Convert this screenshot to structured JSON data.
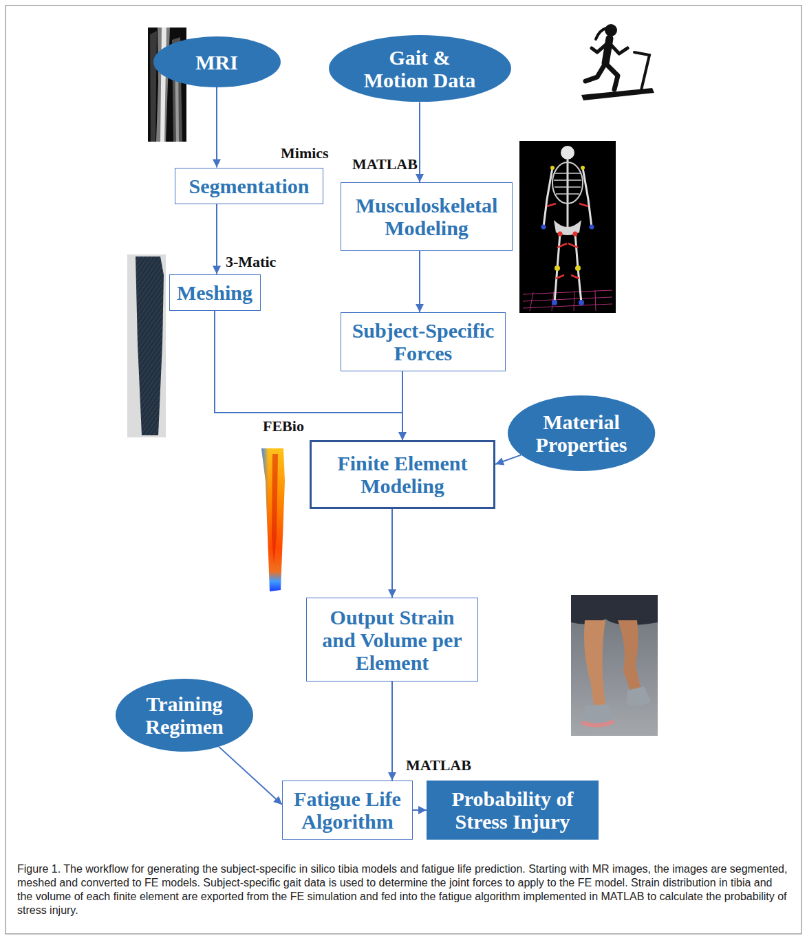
{
  "diagram": {
    "caption": "Figure 1. The workflow for generating the subject-specific in silico tibia models and fatigue life prediction. Starting with MR images, the images are segmented, meshed and converted to FE models. Subject-specific gait data is used to determine the joint forces to apply to the FE model. Strain distribution in tibia and the volume of each finite element are exported from the FE simulation and fed into the fatigue algorithm implemented in MATLAB to calculate the probability of stress injury.",
    "nodes": [
      {
        "text": [
          "MRI"
        ]
      },
      {
        "text": [
          "Gait & Motion Data"
        ]
      },
      {
        "text": [
          "Segmentation"
        ]
      },
      {
        "text": [
          "Musculoskeletal Modeling"
        ]
      },
      {
        "text": [
          "Meshing"
        ]
      },
      {
        "text": [
          "Subject-Specific Forces"
        ]
      },
      {
        "text": [
          "Material Properties"
        ]
      },
      {
        "text": [
          "Finite Element Modeling"
        ]
      },
      {
        "text": [
          "Output Strain and Volume per Element"
        ]
      },
      {
        "text": [
          "Training Regimen"
        ]
      },
      {
        "text": [
          "Fatigue Life Algorithm"
        ]
      },
      {
        "text": [
          "Probability of Stress Injury"
        ]
      }
    ],
    "edges": [
      {
        "from": 0,
        "to": 2,
        "arrow": "to"
      },
      {
        "from": 1,
        "to": 3,
        "arrow": "to"
      },
      {
        "from": 2,
        "to": 4,
        "arrow": "to"
      },
      {
        "from": 3,
        "to": 5,
        "arrow": "to"
      },
      {
        "from": 4,
        "to": 7,
        "arrow": "to"
      },
      {
        "from": 5,
        "to": 7,
        "arrow": "to"
      },
      {
        "from": 6,
        "to": 7,
        "arrow": "to"
      },
      {
        "from": 7,
        "to": 8,
        "arrow": "to"
      },
      {
        "from": 8,
        "to": 10,
        "arrow": "to"
      },
      {
        "from": 9,
        "to": 10,
        "arrow": "to"
      },
      {
        "from": 10,
        "to": 11,
        "arrow": "to"
      }
    ],
    "labels": [
      "Mimics",
      "MATLAB",
      "3-Matic",
      "FEBio",
      "MATLAB"
    ]
  }
}
